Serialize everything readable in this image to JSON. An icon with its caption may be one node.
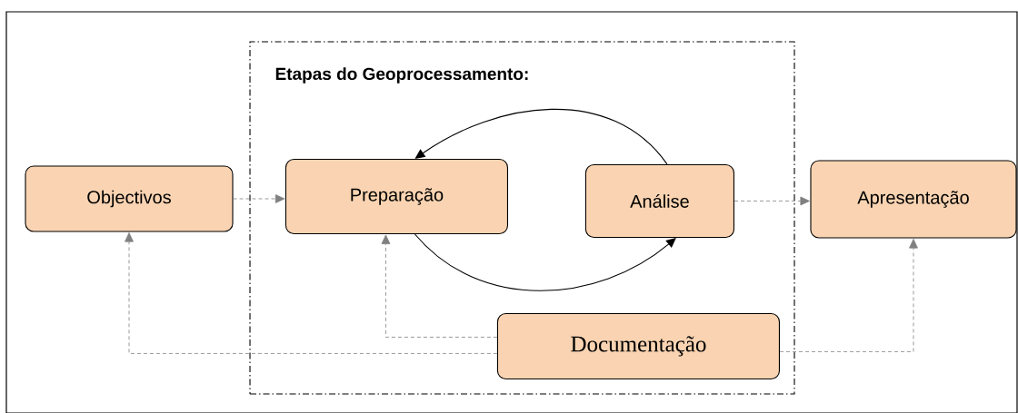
{
  "diagram": {
    "nodes": [
      {
        "text": [
          "Objectivos"
        ]
      },
      {
        "text": [
          "Etapas do Geoprocessamento:"
        ]
      },
      {
        "text": [
          "Preparação"
        ],
        "in": 1
      },
      {
        "text": [
          "Análise"
        ],
        "in": 1
      },
      {
        "text": [
          "Apresentação"
        ]
      },
      {
        "text": [
          "Documentação"
        ],
        "in": 1
      }
    ],
    "edges": [
      {
        "from": 0,
        "to": 2,
        "arrow": "to",
        "style": "dashed"
      },
      {
        "from": 3,
        "to": 4,
        "arrow": "to",
        "style": "dashed"
      },
      {
        "from": 3,
        "to": 2,
        "arrow": "to",
        "color": "#000000"
      },
      {
        "from": 2,
        "to": 3,
        "arrow": "to",
        "color": "#000000"
      },
      {
        "from": 5,
        "to": 0,
        "arrow": "to",
        "style": "dashed"
      },
      {
        "from": 5,
        "to": 2,
        "arrow": "to",
        "style": "dashed"
      },
      {
        "from": 5,
        "to": 4,
        "arrow": "to",
        "style": "dashed"
      }
    ]
  }
}
